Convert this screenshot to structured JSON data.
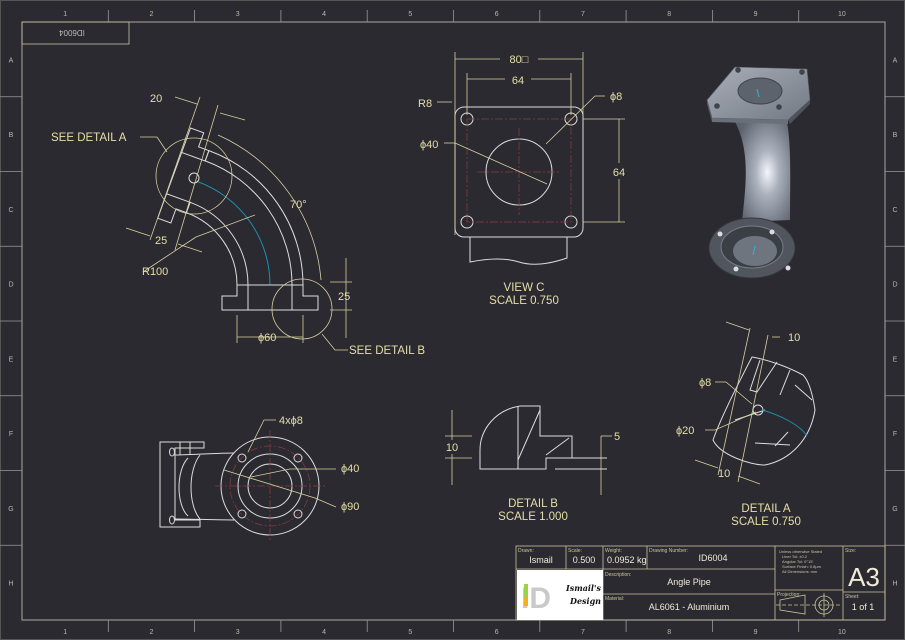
{
  "sheet": {
    "background": "#2b2a30",
    "line_color": "#dcdcdc",
    "text_color": "#e6dfa8",
    "centerline_color": "#8a3c40",
    "path_color": "#1e8fb0",
    "columns": [
      "1",
      "2",
      "3",
      "4",
      "5",
      "6",
      "7",
      "8",
      "9",
      "10"
    ],
    "rows": [
      "A",
      "B",
      "C",
      "D",
      "E",
      "F",
      "G",
      "H"
    ],
    "corner_tag": "ID6004"
  },
  "main_view": {
    "dims": {
      "d20": "20",
      "d25_top": "25",
      "r100": "R100",
      "angle": "70°",
      "d25_side": "25",
      "phi60": "ϕ60"
    },
    "callouts": {
      "detail_a": "SEE DETAIL  A",
      "detail_b": "SEE DETAIL  B"
    }
  },
  "view_c": {
    "dims": {
      "w80": "80□",
      "w64": "64",
      "r8": "R8",
      "phi8": "ϕ8",
      "phi40": "ϕ40",
      "h64": "64"
    },
    "title": "VIEW C",
    "scale": "SCALE  0.750"
  },
  "end_view": {
    "dims": {
      "holes": "4xϕ8",
      "phi40": "ϕ40",
      "phi90": "ϕ90"
    }
  },
  "detail_b": {
    "dims": {
      "d10": "10",
      "d5": "5"
    },
    "title": "DETAIL  B",
    "scale": "SCALE  1.000"
  },
  "detail_a": {
    "dims": {
      "d10_top": "10",
      "phi8": "ϕ8",
      "phi20": "ϕ20",
      "d10_bottom": "10"
    },
    "title": "DETAIL  A",
    "scale": "SCALE  0.750"
  },
  "title_block": {
    "drawn_label": "Drawn:",
    "drawn": "Ismail",
    "scale_label": "Scale:",
    "scale": "0.500",
    "weight_label": "Weight:",
    "weight": "0.0952 kg",
    "number_label": "Drawing Number:",
    "number": "ID6004",
    "notes": [
      "Unless otherwise Stated",
      "Liner Tol: ±0.2",
      "Angular Tol: 0°15'",
      "Surface Finish: 0.8μm",
      "All Dimensions: mm"
    ],
    "size_label": "Size:",
    "size": "A3",
    "description_label": "Description:",
    "description": "Angle Pipe",
    "material_label": "Material:",
    "material": "AL6061 - Aluminium",
    "projection_label": "Projection:",
    "sheet_label": "Sheet:",
    "sheet": "1 of 1",
    "logo": {
      "mark": "ID",
      "name_line1": "Ismail's",
      "name_line2": "Design"
    }
  }
}
